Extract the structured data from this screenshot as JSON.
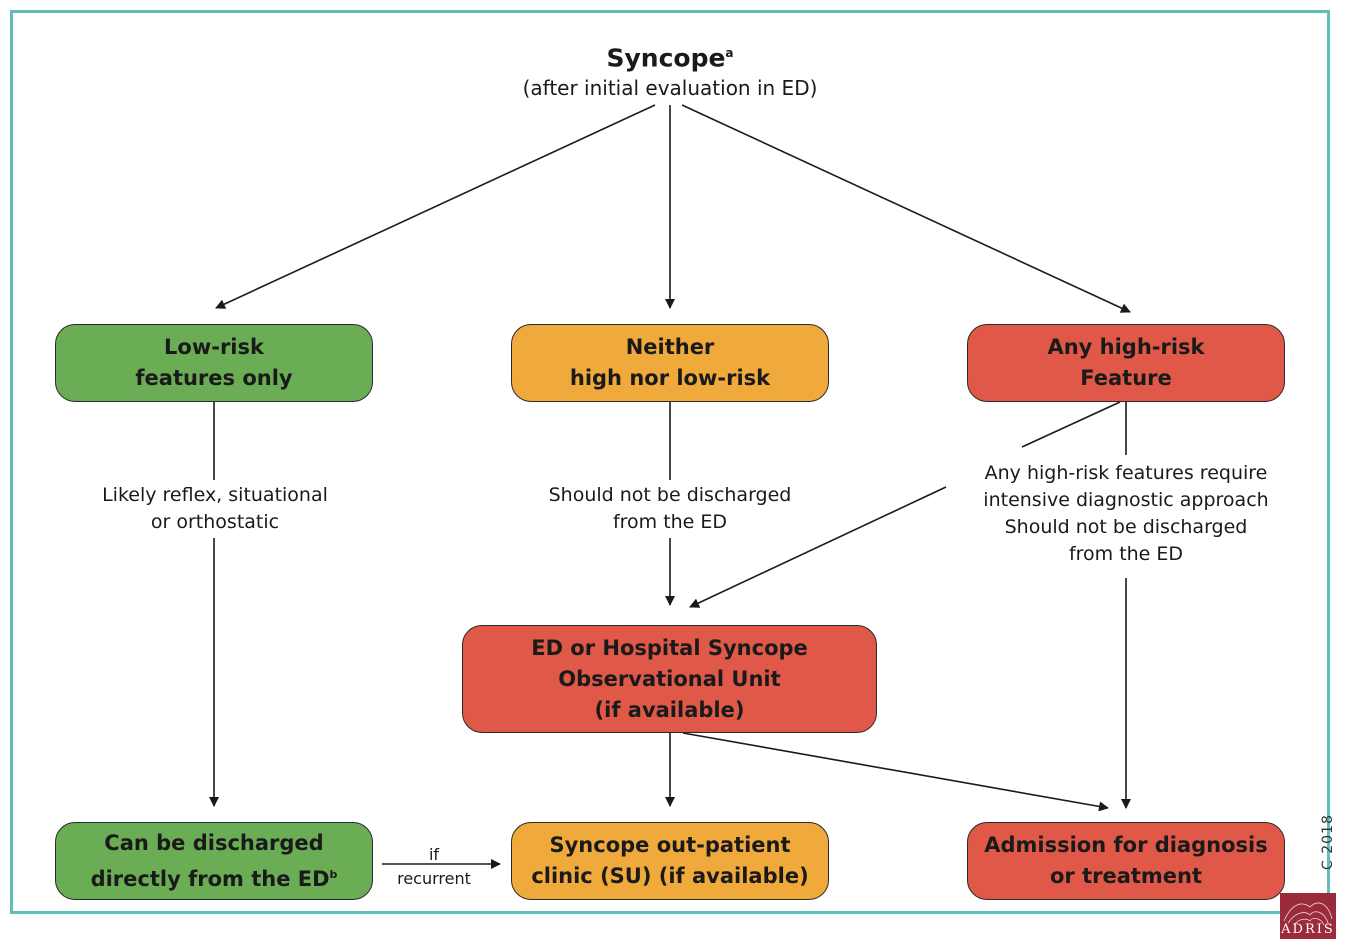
{
  "title": {
    "main": "Syncope",
    "marker": "a",
    "subtitle": "(after initial evaluation in ED)"
  },
  "boxes": {
    "low_risk": {
      "line1": "Low-risk",
      "line2": "features only"
    },
    "neither": {
      "line1": "Neither",
      "line2": "high nor low-risk"
    },
    "high_risk": {
      "line1": "Any high-risk",
      "line2": "Feature"
    },
    "observational": {
      "line1": "ED or Hospital Syncope",
      "line2": "Observational Unit",
      "line3": "(if available)"
    },
    "discharge": {
      "line1": "Can be discharged",
      "line2": "directly from the ED",
      "marker": "b"
    },
    "outpatient": {
      "line1": "Syncope out-patient",
      "line2": "clinic (SU) (if available)"
    },
    "admission": {
      "line1": "Admission for diagnosis",
      "line2": "or treatment"
    }
  },
  "labels": {
    "low_risk_path": {
      "line1": "Likely reflex, situational",
      "line2": "or orthostatic"
    },
    "neither_path": {
      "line1": "Should not be discharged",
      "line2": "from the ED"
    },
    "high_risk_path": {
      "line1": "Any high-risk features require",
      "line2": "intensive diagnostic approach",
      "line3": "Should not be discharged",
      "line4": "from the ED"
    },
    "recurrent": {
      "line1": "if",
      "line2": "recurrent"
    }
  },
  "footer": {
    "copyright": "C 2018",
    "logo_text": "ADRIS"
  },
  "colors": {
    "frame": "#5fbfbf",
    "green": "#6aad55",
    "orange": "#f0a93b",
    "red": "#e05848",
    "logo": "#9b2b3a"
  }
}
